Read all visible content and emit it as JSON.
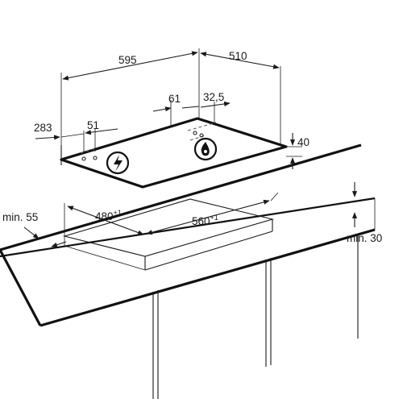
{
  "dimensions": {
    "width_595": "595",
    "depth_510": "510",
    "burner_offset_61": "61",
    "burner_offset_32_5": "32,5",
    "side_283": "283",
    "side_51": "51",
    "height_40": "40",
    "cutout_480": "480",
    "cutout_480_tol": "+1",
    "cutout_560": "560",
    "cutout_560_tol": "+1",
    "min_55": "min. 55",
    "min_30": "min. 30"
  },
  "icons": {
    "electric": "electric-connection-icon",
    "gas": "gas-connection-icon"
  },
  "colors": {
    "line": "#1a1a1a",
    "background": "#ffffff"
  }
}
